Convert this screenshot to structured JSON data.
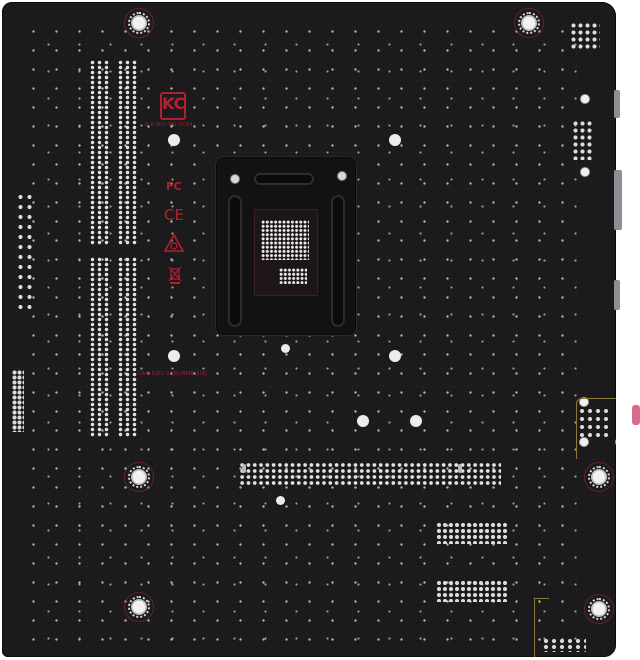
{
  "image": {
    "subject": "Motherboard rear side (bottom of PCB)",
    "board_color": "#1b1b1d",
    "marking_color": "#b3202b"
  },
  "markings": {
    "kc_logo": "KC",
    "kc_cert_text": "R-R-MSI-MS-7C84",
    "fcc_logo": "FC",
    "ce_logo": "CE",
    "rcm_logo": "RCM",
    "weee_logo": "WEEE",
    "ic_text": "CAN ICES-3 (B)/NMB-3(B)"
  },
  "components": {
    "mounting_holes": 6,
    "dimm_slot_rows": 2,
    "cpu_backplate": "LGA socket backplate",
    "pcie_slot": "PCIe x16",
    "audio_port_color": "#d86b88"
  }
}
